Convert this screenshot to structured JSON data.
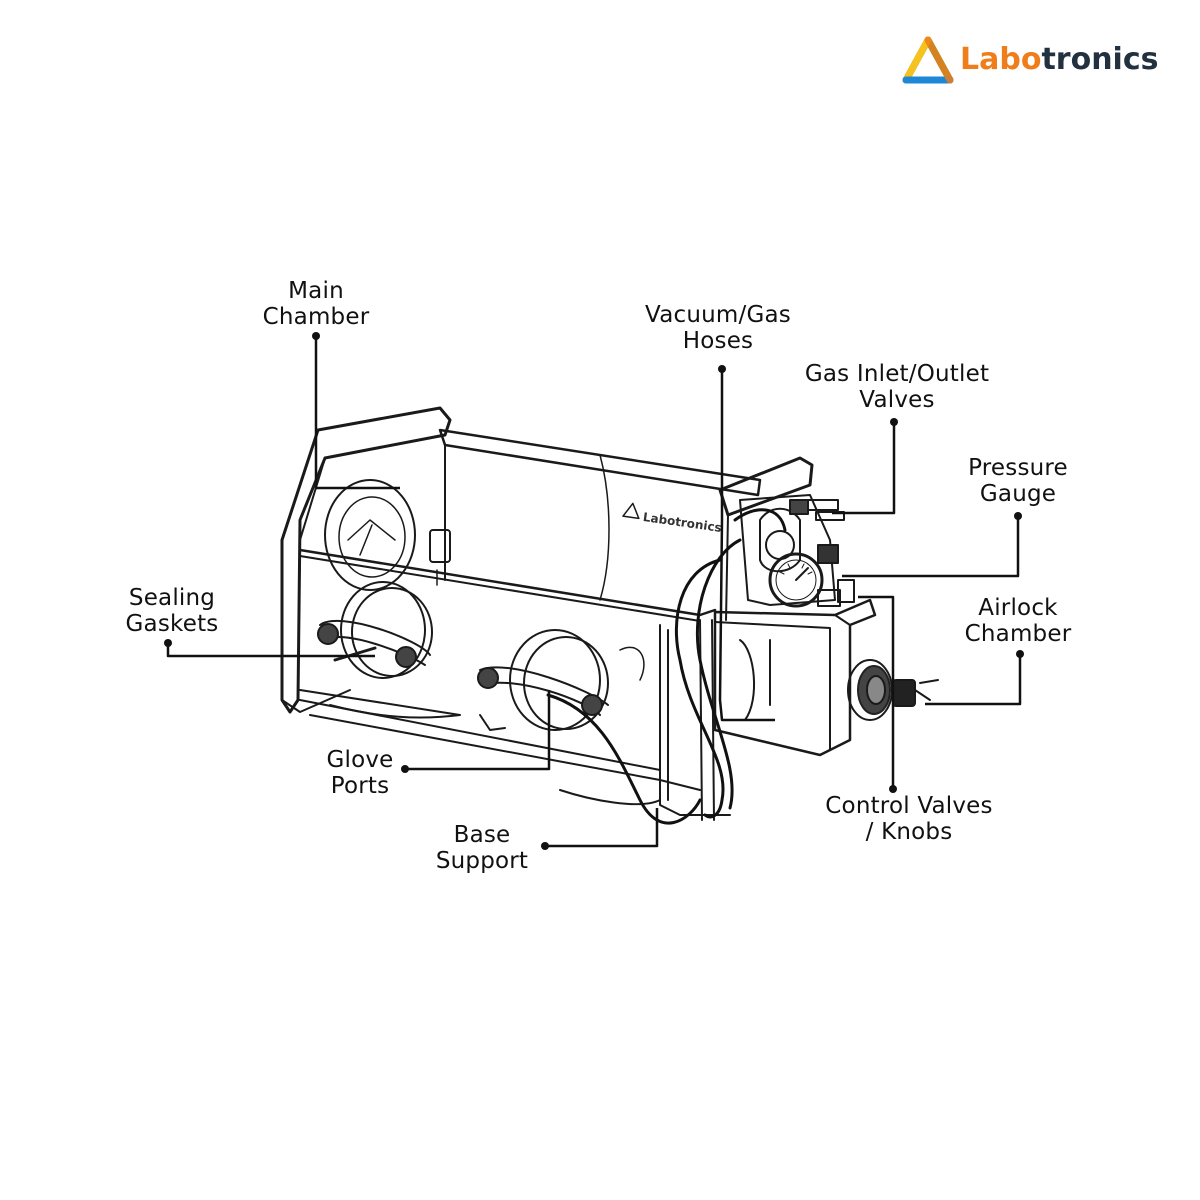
{
  "brand": {
    "name_part1": "Labo",
    "name_part2": "tronics",
    "logo_colors": [
      "#f7c21b",
      "#3da946",
      "#1e88d6",
      "#ef7d1a"
    ]
  },
  "device_engraving": "Labotronics",
  "callouts": {
    "main_chamber": [
      "Main",
      "Chamber"
    ],
    "vacuum_gas_hoses": [
      "Vacuum/Gas",
      "Hoses"
    ],
    "gas_valves": [
      "Gas Inlet/Outlet",
      "Valves"
    ],
    "pressure_gauge": [
      "Pressure",
      "Gauge"
    ],
    "sealing_gaskets": [
      "Sealing",
      "Gaskets"
    ],
    "airlock_chamber": [
      "Airlock",
      "Chamber"
    ],
    "glove_ports": [
      "Glove",
      "Ports"
    ],
    "control_valves": [
      "Control Valves",
      "/ Knobs"
    ],
    "base_support": [
      "Base",
      "Support"
    ]
  },
  "colors": {
    "line": "#111111",
    "background": "#ffffff"
  }
}
